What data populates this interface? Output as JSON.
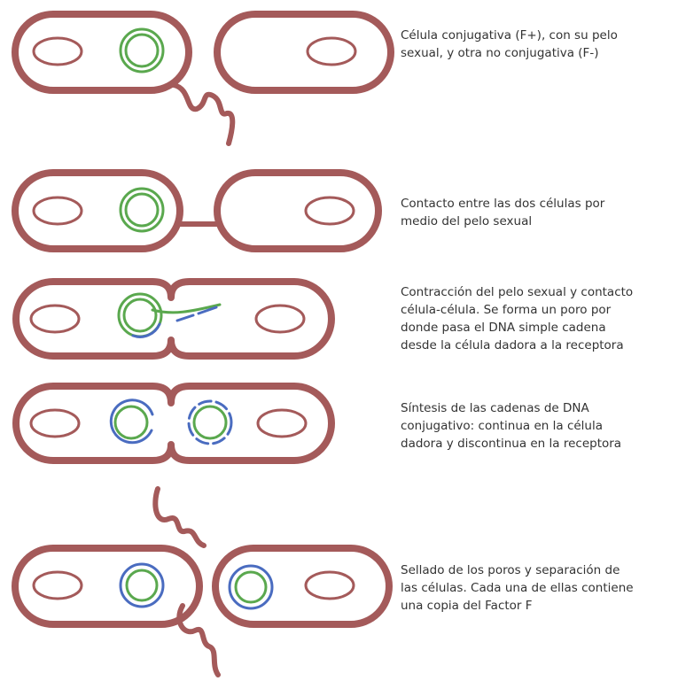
{
  "colors": {
    "cell": "#a45a5a",
    "plasmid": "#5aa84e",
    "new_dna": "#4a6cc0",
    "text": "#333333",
    "background": "#ffffff"
  },
  "steps": [
    {
      "caption": "Célula conjugativa (F+), con su pelo\nsexual, y otra no conjugativa (F-)"
    },
    {
      "caption": "Contacto entre las dos células por\nmedio del pelo sexual"
    },
    {
      "caption": "Contracción del pelo sexual y contacto\ncélula-célula. Se forma un poro por\ndonde pasa el DNA simple cadena\ndesde la célula dadora a la receptora"
    },
    {
      "caption": "Síntesis de las cadenas de DNA\nconjugativo: continua en la célula\ndadora y discontinua en la receptora"
    },
    {
      "caption": "Sellado de los poros y separación de\nlas células. Cada una de ellas contiene\nuna copia del Factor F"
    }
  ]
}
